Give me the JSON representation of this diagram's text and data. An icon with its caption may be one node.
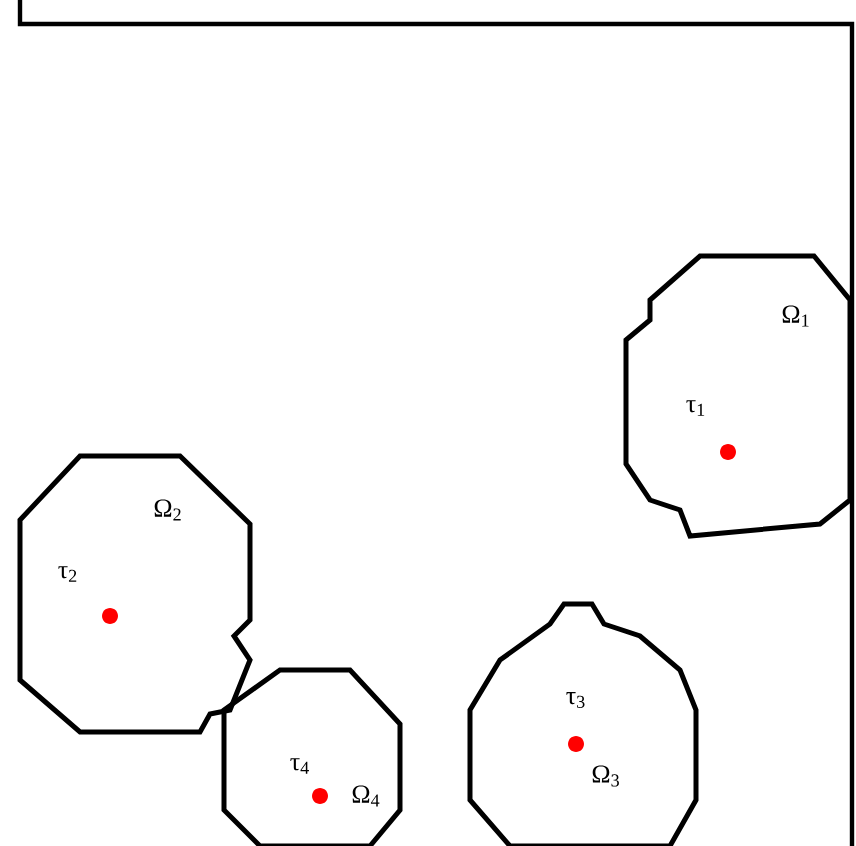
{
  "diagram": {
    "nodes": [
      {
        "text": [
          "Ω$_{1}$",
          "τ$_{1}$"
        ]
      },
      {
        "text": [
          "Ω$_{2}$",
          "τ$_{2}$"
        ]
      },
      {
        "text": [
          "τ$_{3}$",
          "Ω$_{3}$"
        ]
      },
      {
        "text": [
          "τ$_{4}$",
          "Ω$_{4}$"
        ]
      }
    ]
  }
}
